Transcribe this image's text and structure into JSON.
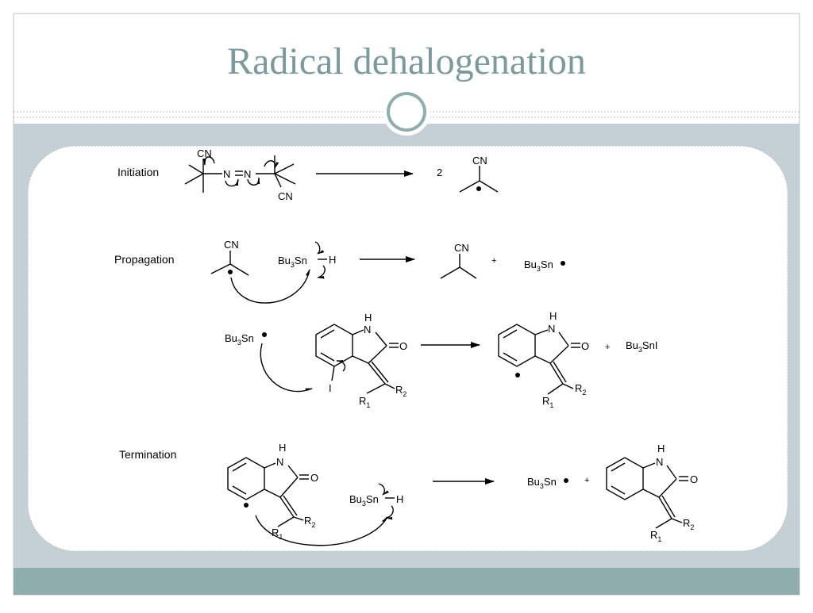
{
  "slide": {
    "title": "Radical dehalogenation"
  },
  "colors": {
    "title": "#7a9a9e",
    "band": "#c5d0d6",
    "footer": "#8fadad",
    "ink": "#000000"
  },
  "labels": {
    "initiation": "Initiation",
    "propagation": "Propagation",
    "termination": "Termination"
  },
  "initiation": {
    "cn": "CN",
    "n": "N",
    "coef": "2"
  },
  "propagation": {
    "cn": "CN",
    "bu": "Bu",
    "sub3": "3",
    "sn": "Sn",
    "h": "H",
    "plus": "+",
    "nh": "H",
    "n": "N",
    "o": "O",
    "i": "I",
    "r": "R",
    "sub1": "1",
    "sub2": "2",
    "byproduct": "Bu",
    "byproduct_tail": "SnI"
  },
  "termination": {
    "bu": "Bu",
    "sub3": "3",
    "sn": "Sn",
    "h": "H",
    "plus": "+",
    "nh": "H",
    "n": "N",
    "o": "O",
    "r": "R",
    "sub1": "1",
    "sub2": "2"
  }
}
